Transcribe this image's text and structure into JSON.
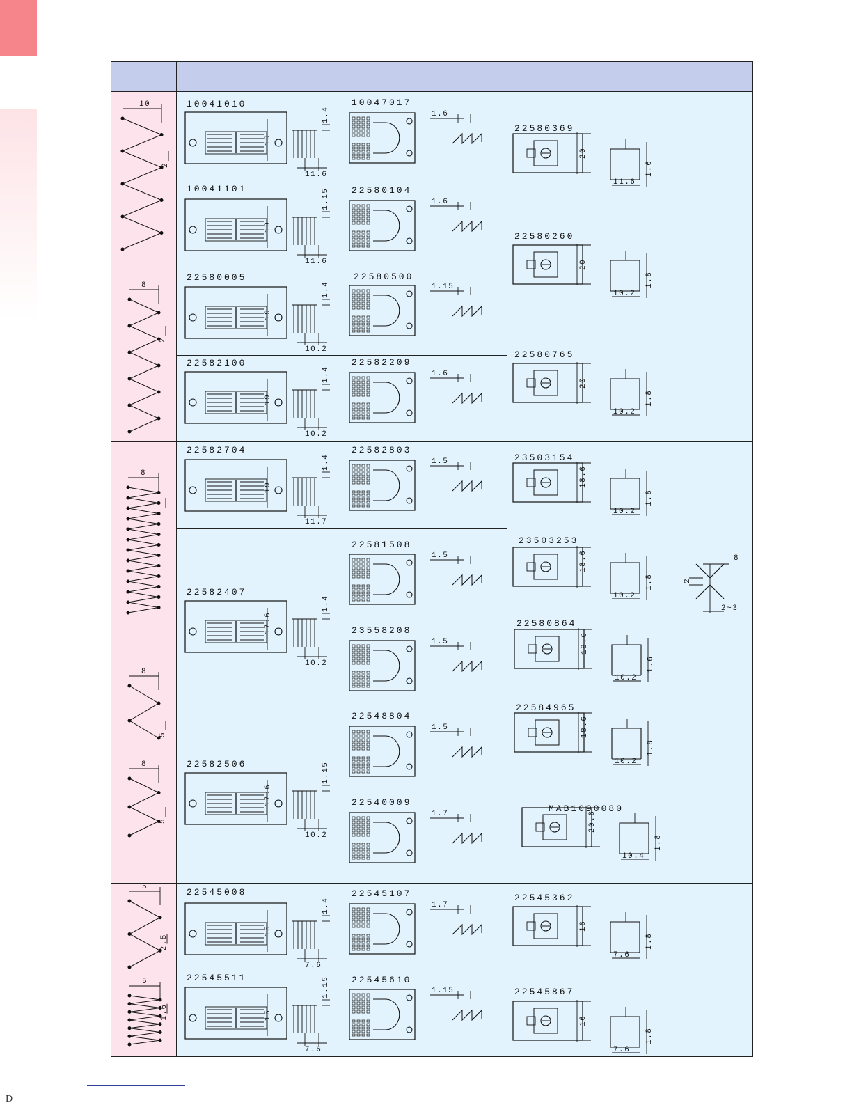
{
  "page": {
    "footer_letter": "D"
  },
  "groups": [
    {
      "rows": [
        {
          "throat": "10041010",
          "feed": "10047017",
          "feed_dim": "1.6",
          "throat_h": "1.4",
          "throat_w": "19",
          "throat_slot": "11.6"
        },
        {
          "throat": "10041101",
          "feed": "22580104",
          "feed_dim": "1.6",
          "throat_h": "1.15",
          "throat_w": "19",
          "throat_slot": "11.6"
        },
        {
          "throat": "22580005",
          "feed": "22580500",
          "feed_dim": "1.15",
          "throat_h": "1.4",
          "throat_w": "19",
          "throat_slot": "10.2"
        },
        {
          "throat": "22582100",
          "feed": "22582209",
          "feed_dim": "1.6",
          "throat_h": "1.4",
          "throat_w": "19",
          "throat_slot": "10.2"
        }
      ],
      "presser": [
        {
          "code": "22580369",
          "h": "20",
          "w": "11.6",
          "t": "1.6"
        },
        {
          "code": "22580260",
          "h": "20",
          "w": "10.2",
          "t": "1.8"
        },
        {
          "code": "22580765",
          "h": "20",
          "w": "10.2",
          "t": "1.8"
        }
      ],
      "stitch": [
        {
          "w": "10",
          "h": "2"
        },
        {
          "w": "8",
          "h": "2"
        }
      ]
    },
    {
      "rows": [
        {
          "throat": "22582704",
          "feed": "22582803",
          "feed_dim": "1.5",
          "throat_h": "1.4",
          "throat_w": "19",
          "throat_slot": "11.7"
        },
        {
          "throat": "22582407",
          "feed": "22581508",
          "feed_dim": "1.5",
          "throat_h": "1.4",
          "throat_w": "17.6",
          "throat_slot": "10.2"
        },
        {
          "throat": "22582506",
          "feed": "23558208",
          "feed_dim": "1.5",
          "throat_h": "1.15",
          "throat_w": "17.6",
          "throat_slot": "10.2"
        }
      ],
      "feeds_extra": [
        {
          "code": "22548804",
          "dim": "1.5"
        },
        {
          "code": "22540009",
          "dim": "1.7"
        }
      ],
      "presser": [
        {
          "code": "23503154",
          "h": "18.6",
          "w": "10.2",
          "t": "1.8"
        },
        {
          "code": "23503253",
          "h": "18.6",
          "w": "10.2",
          "t": "1.8"
        },
        {
          "code": "22580864",
          "h": "18.6",
          "w": "10.2",
          "t": "1.6"
        },
        {
          "code": "22584965",
          "h": "18.6",
          "w": "10.2",
          "t": "1.8"
        },
        {
          "code": "MAB1090080",
          "h": "20.6",
          "w": "10.4",
          "t": "1.8"
        }
      ],
      "stitch": [
        {
          "w": "8",
          "h": ""
        },
        {
          "w": "8",
          "h": "5"
        },
        {
          "w": "8",
          "h": "5"
        }
      ],
      "note": {
        "w": "8",
        "h": "2",
        "gap": "2~3"
      }
    },
    {
      "rows": [
        {
          "throat": "22545008",
          "feed": "22545107",
          "feed_dim": "1.7",
          "throat_h": "1.4",
          "throat_w": "15",
          "throat_slot": "7.6"
        },
        {
          "throat": "22545511",
          "feed": "22545610",
          "feed_dim": "1.15",
          "throat_h": "1.15",
          "throat_w": "15",
          "throat_slot": "7.6"
        }
      ],
      "presser": [
        {
          "code": "22545362",
          "h": "16",
          "w": "7.6",
          "t": "1.8"
        },
        {
          "code": "22545867",
          "h": "16",
          "w": "7.6",
          "t": "1.8"
        }
      ],
      "stitch": [
        {
          "w": "5",
          "h": "2.5"
        },
        {
          "w": "5",
          "h": "1.6"
        }
      ]
    }
  ]
}
